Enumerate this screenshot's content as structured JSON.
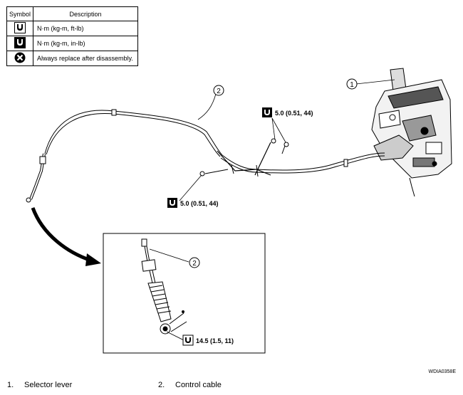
{
  "legend": {
    "header_symbol": "Symbol",
    "header_description": "Description",
    "rows": [
      {
        "icon": "torque-wrench-icon",
        "description": "N·m (kg-m, ft-lb)"
      },
      {
        "icon": "torque-wrench-alt-icon",
        "description": "N·m (kg-m, in-lb)"
      },
      {
        "icon": "always-replace-icon",
        "description": "Always replace after disassembly."
      }
    ]
  },
  "torques": {
    "upper_bracket": "5.0 (0.51, 44)",
    "lower_bracket": "5.0 (0.51, 44)",
    "cable_end": "14.5 (1.5, 11)"
  },
  "callouts": {
    "selector_lever": "1",
    "control_cable_main": "2",
    "control_cable_detail": "2"
  },
  "figure_code": "WDIA0358E",
  "parts": [
    {
      "num": "1.",
      "name": "Selector lever"
    },
    {
      "num": "2.",
      "name": "Control cable"
    }
  ]
}
